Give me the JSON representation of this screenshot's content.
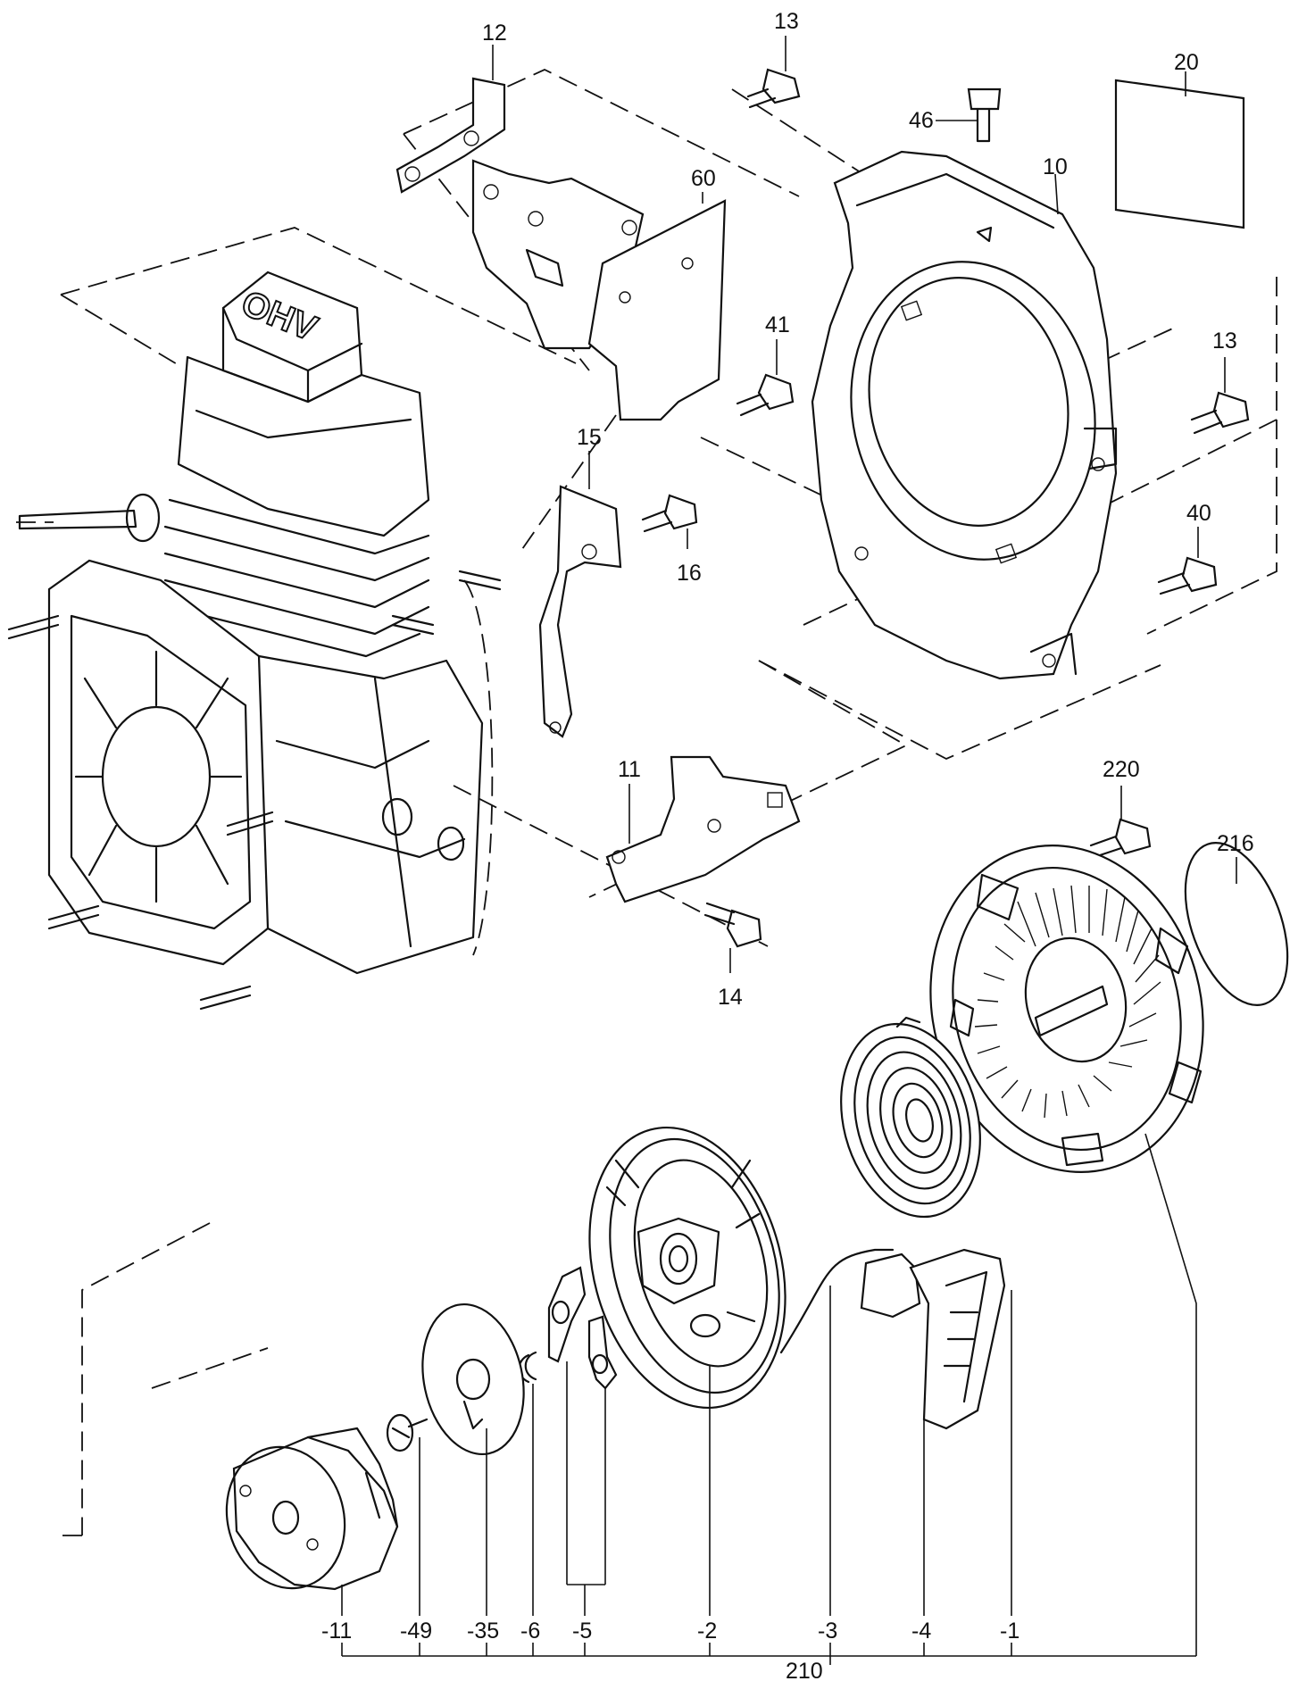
{
  "diagram": {
    "engine_mark": "OHV",
    "callouts": {
      "c12": "12",
      "c13a": "13",
      "c20": "20",
      "c46": "46",
      "c10": "10",
      "c60": "60",
      "c41": "41",
      "c13b": "13",
      "c15": "15",
      "c16": "16",
      "c40": "40",
      "c11": "11",
      "c14": "14",
      "c220": "220",
      "c216": "216",
      "s11": "-11",
      "s49": "-49",
      "s35": "-35",
      "s6": "-6",
      "s5": "-5",
      "s2": "-2",
      "s3": "-3",
      "s4": "-4",
      "s1": "-1",
      "c210": "210"
    }
  }
}
